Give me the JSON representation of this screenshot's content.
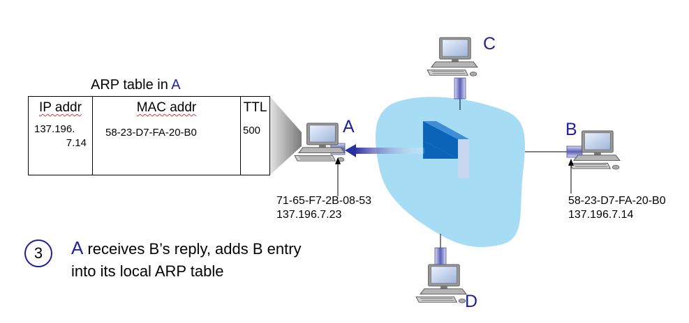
{
  "arp_table": {
    "title_prefix": "ARP table in ",
    "title_host": "A",
    "columns": [
      "IP addr",
      "MAC addr",
      "TTL"
    ],
    "rows": [
      {
        "ip_line1": "137.196.",
        "ip_line2": "7.14",
        "mac": "58-23-D7-FA-20-B0",
        "ttl": "500"
      }
    ]
  },
  "nodes": {
    "a": {
      "label": "A",
      "mac": "71-65-F7-2B-08-53",
      "ip": "137.196.7.23"
    },
    "b": {
      "label": "B",
      "mac": "58-23-D7-FA-20-B0",
      "ip": "137.196.7.14"
    },
    "c": {
      "label": "C"
    },
    "d": {
      "label": "D"
    }
  },
  "step": {
    "number": "3",
    "host": "A",
    "text_line1": " receives B’s reply, adds B entry",
    "text_line2": "into its local ARP table"
  },
  "colors": {
    "cloud": "#a6dcf4",
    "accent": "#1f1f9e",
    "switch": "#0b64b8",
    "computer": "#8c8c8c"
  }
}
